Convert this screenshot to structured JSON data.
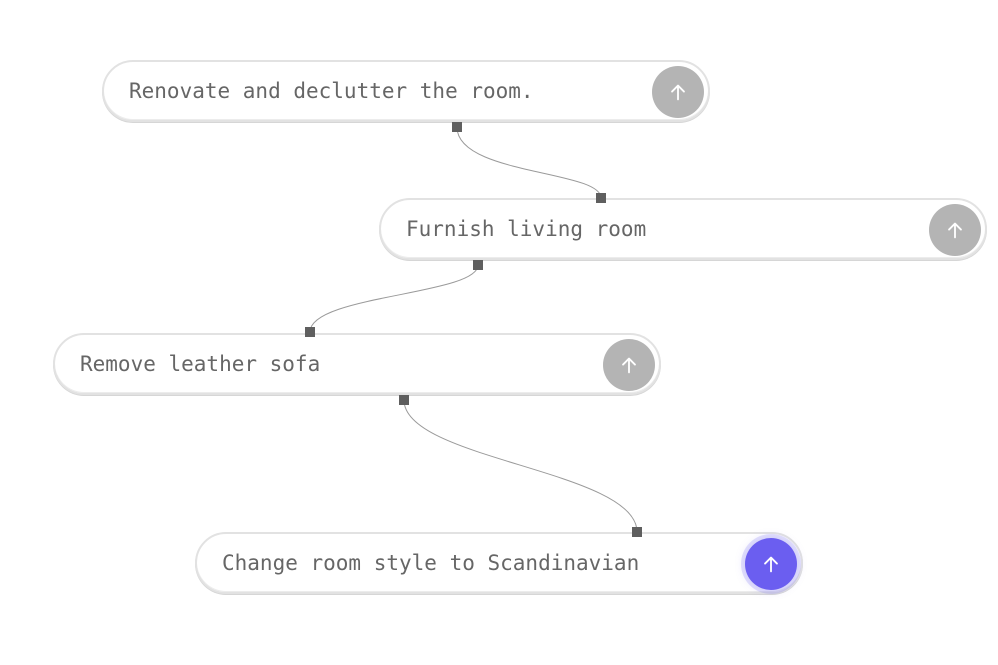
{
  "nodes": [
    {
      "id": "n1",
      "text": "Renovate and declutter the room.",
      "active": false,
      "button_icon": "arrow-up-icon"
    },
    {
      "id": "n2",
      "text": "Furnish living room",
      "active": false,
      "button_icon": "arrow-up-icon"
    },
    {
      "id": "n3",
      "text": "Remove leather sofa",
      "active": false,
      "button_icon": "arrow-up-icon"
    },
    {
      "id": "n4",
      "text": "Change room style to Scandinavian",
      "active": true,
      "button_icon": "arrow-up-icon"
    }
  ],
  "edges": [
    {
      "from": "n1",
      "to": "n2"
    },
    {
      "from": "n2",
      "to": "n3"
    },
    {
      "from": "n3",
      "to": "n4"
    }
  ],
  "colors": {
    "button_inactive": "#b4b4b4",
    "button_active": "#6b5ef0",
    "text": "#666666",
    "handle": "#5f5f5f",
    "edge": "#9a9a9a"
  }
}
